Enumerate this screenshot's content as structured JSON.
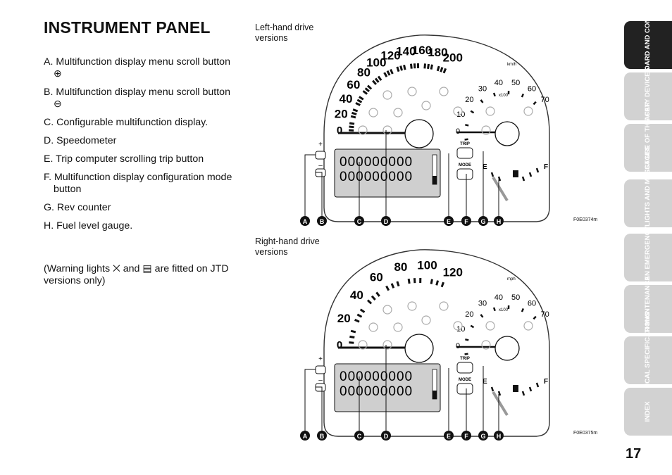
{
  "title": "INSTRUMENT PANEL",
  "legend": [
    "A. Multifunction display menu scroll button ⊕",
    "B. Multifunction display menu scroll button ⊖",
    "C. Configurable multifunction display.",
    "D. Speedometer",
    "E. Trip computer scrolling trip button",
    "F. Multifunction display configuration mode button",
    "G. Rev counter",
    "H. Fuel level gauge."
  ],
  "note": "(Warning lights ྾ and ▤ are fitted on JTD versions only)",
  "figures": [
    {
      "caption": "Left-hand drive versions",
      "code": "F0E0374m",
      "speed": [
        "0",
        "20",
        "40",
        "60",
        "80",
        "100",
        "120",
        "140",
        "160",
        "180",
        "200"
      ],
      "unit": "km/h"
    },
    {
      "caption": "Right-hand drive versions",
      "code": "F0E0375m",
      "speed": [
        "0",
        "20",
        "40",
        "60",
        "80",
        "100",
        "120"
      ],
      "unit": "mph"
    }
  ],
  "rev": [
    "0",
    "10",
    "20",
    "30",
    "40",
    "50",
    "60",
    "70"
  ],
  "rev_unit": "x100",
  "buttons": {
    "plus": "+",
    "minus": "–",
    "trip": "TRIP",
    "mode": "MODE"
  },
  "fuel": {
    "e": "E",
    "f": "F"
  },
  "lcd": [
    "000000000",
    "000000000"
  ],
  "callouts": [
    "A",
    "B",
    "C",
    "D",
    "E",
    "F",
    "G",
    "H"
  ],
  "tabs": [
    "DASHBOARD AND CONTROLS",
    "SAFETY DEVICES",
    "CORRECT USE OF THE CAR",
    "WARNING LIGHTS AND MESSAGES",
    "IN AN EMERGENCY",
    "CAR MAINTENANCE",
    "TECHNICAL SPECIFICATIONS",
    "INDEX"
  ],
  "page_number": "17"
}
